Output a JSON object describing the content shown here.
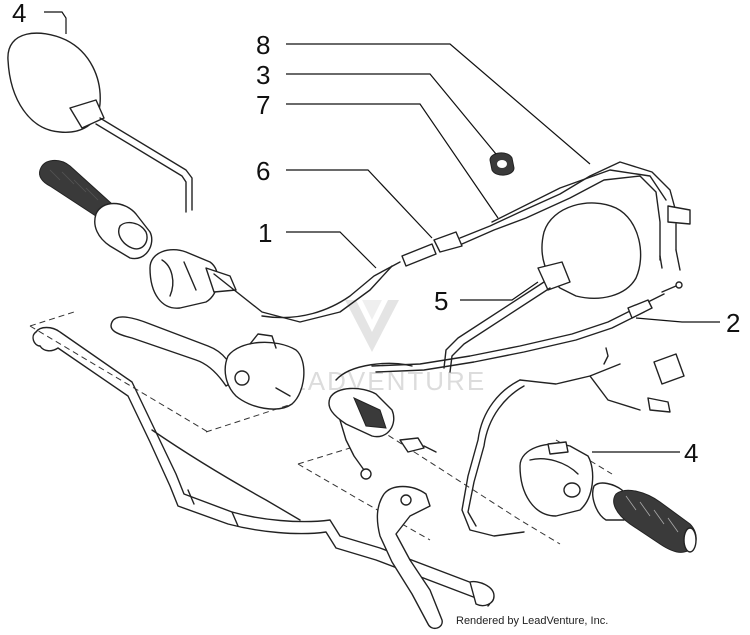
{
  "callouts": {
    "mirror_left": "4",
    "cable_a": "8",
    "clip": "3",
    "cable_b": "7",
    "cable_c": "6",
    "cable_d": "1",
    "mirror_right": "5",
    "cable_e": "2",
    "switch_right": "4"
  },
  "watermark": {
    "brand": "LEADVENTURE"
  },
  "credit": "Rendered by LeadVenture, Inc."
}
